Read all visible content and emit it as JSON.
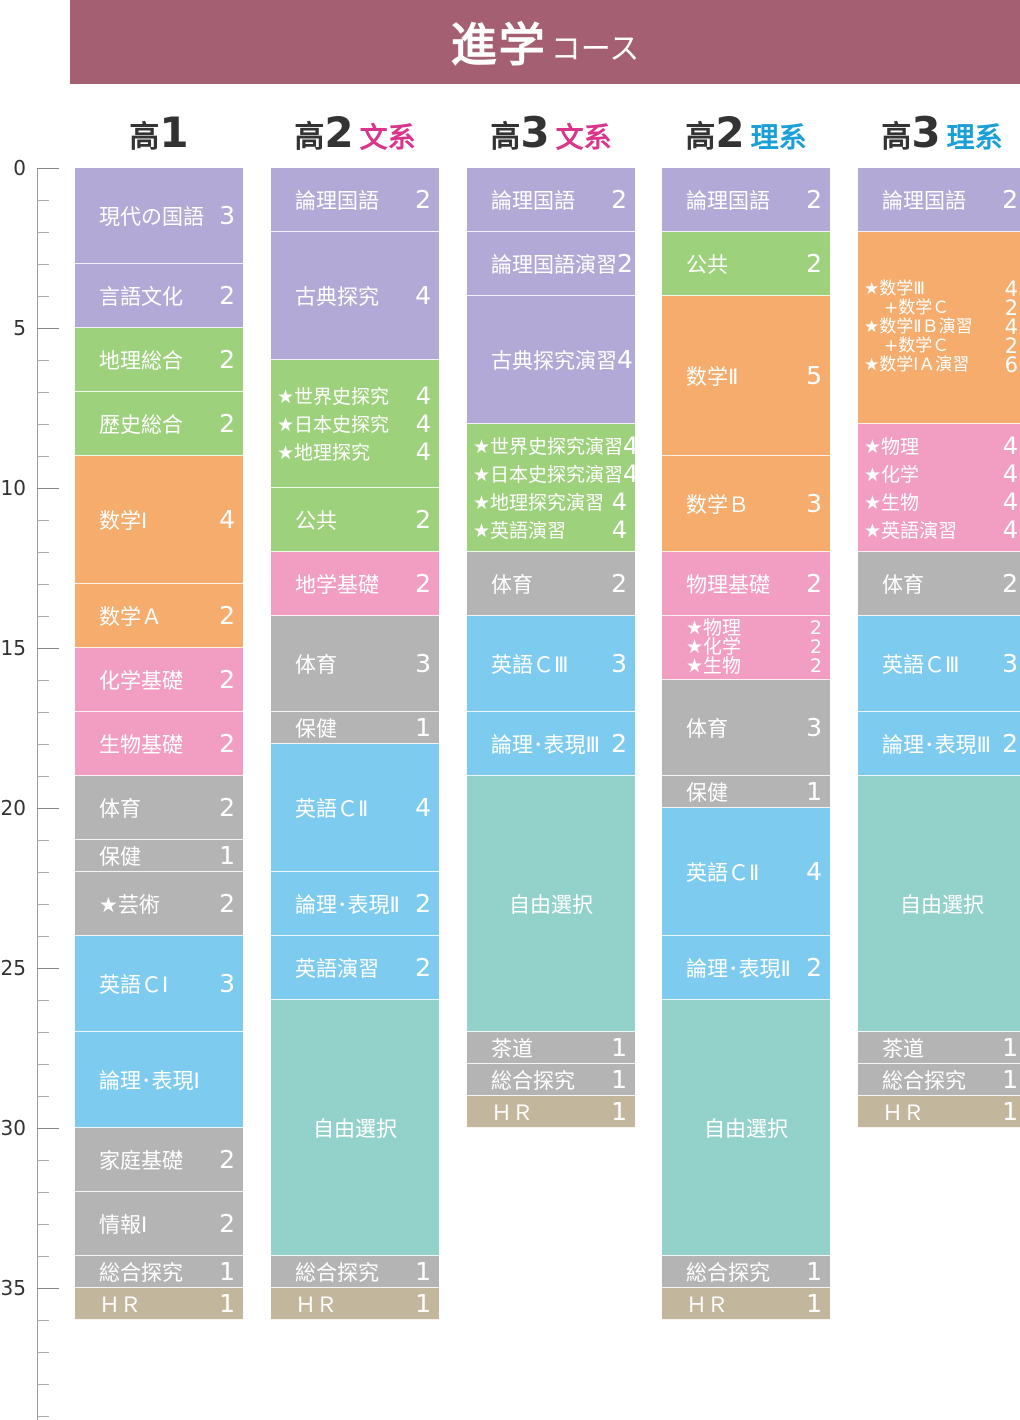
{
  "header": {
    "title_main": "進学",
    "title_sub": "コース"
  },
  "axis": {
    "labels": [
      "0",
      "5",
      "10",
      "15",
      "20",
      "25",
      "30",
      "35"
    ]
  },
  "colors": {
    "purple": "#b2a9d6",
    "green": "#9dd17c",
    "orange": "#f5ac6c",
    "pink": "#f29ec3",
    "gray": "#b4b4b4",
    "blue": "#7ecbf0",
    "teal": "#93d2ca",
    "tan": "#c2b79c",
    "banner": "#a55f72"
  },
  "columns": [
    {
      "grade_label": "高",
      "grade_num": "1",
      "track": "",
      "track_type": "",
      "blocks": [
        {
          "units": 3,
          "color": "purple",
          "lines": [
            {
              "name": "現代の国語",
              "credits": "3"
            }
          ]
        },
        {
          "units": 2,
          "color": "purple",
          "lines": [
            {
              "name": "言語文化",
              "credits": "2"
            }
          ]
        },
        {
          "units": 2,
          "color": "green",
          "lines": [
            {
              "name": "地理総合",
              "credits": "2"
            }
          ]
        },
        {
          "units": 2,
          "color": "green",
          "lines": [
            {
              "name": "歴史総合",
              "credits": "2"
            }
          ]
        },
        {
          "units": 4,
          "color": "orange",
          "lines": [
            {
              "name": "数学Ⅰ",
              "credits": "4"
            }
          ]
        },
        {
          "units": 2,
          "color": "orange",
          "lines": [
            {
              "name": "数学Ａ",
              "credits": "2"
            }
          ]
        },
        {
          "units": 2,
          "color": "pink",
          "lines": [
            {
              "name": "化学基礎",
              "credits": "2"
            }
          ]
        },
        {
          "units": 2,
          "color": "pink",
          "lines": [
            {
              "name": "生物基礎",
              "credits": "2"
            }
          ]
        },
        {
          "units": 2,
          "color": "gray",
          "lines": [
            {
              "name": "体育",
              "credits": "2"
            }
          ]
        },
        {
          "units": 1,
          "color": "gray",
          "lines": [
            {
              "name": "保健",
              "credits": "1"
            }
          ]
        },
        {
          "units": 2,
          "color": "gray",
          "lines": [
            {
              "name": "★芸術",
              "credits": "2"
            }
          ]
        },
        {
          "units": 3,
          "color": "blue",
          "lines": [
            {
              "name": "英語ＣⅠ",
              "credits": "3"
            }
          ]
        },
        {
          "units": 3,
          "color": "blue",
          "lines": [
            {
              "name": "論理･表現Ⅰ",
              "credits": ""
            }
          ]
        },
        {
          "units": 2,
          "color": "gray",
          "lines": [
            {
              "name": "家庭基礎",
              "credits": "2"
            }
          ]
        },
        {
          "units": 2,
          "color": "gray",
          "lines": [
            {
              "name": "情報Ⅰ",
              "credits": "2"
            }
          ]
        },
        {
          "units": 1,
          "color": "gray",
          "lines": [
            {
              "name": "総合探究",
              "credits": "1"
            }
          ]
        },
        {
          "units": 1,
          "color": "tan",
          "lines": [
            {
              "name": "ＨＲ",
              "credits": "1"
            }
          ]
        }
      ]
    },
    {
      "grade_label": "高",
      "grade_num": "2",
      "track": "文系",
      "track_type": "bun",
      "blocks": [
        {
          "units": 2,
          "color": "purple",
          "lines": [
            {
              "name": "論理国語",
              "credits": "2"
            }
          ]
        },
        {
          "units": 4,
          "color": "purple",
          "lines": [
            {
              "name": "古典探究",
              "credits": "4"
            }
          ]
        },
        {
          "units": 4,
          "color": "green",
          "lines": [
            {
              "name": "★世界史探究",
              "credits": "4"
            },
            {
              "name": "★日本史探究",
              "credits": "4"
            },
            {
              "name": "★地理探究",
              "credits": "4"
            }
          ]
        },
        {
          "units": 2,
          "color": "green",
          "lines": [
            {
              "name": "公共",
              "credits": "2"
            }
          ]
        },
        {
          "units": 2,
          "color": "pink",
          "lines": [
            {
              "name": "地学基礎",
              "credits": "2"
            }
          ]
        },
        {
          "units": 3,
          "color": "gray",
          "lines": [
            {
              "name": "体育",
              "credits": "3"
            }
          ]
        },
        {
          "units": 1,
          "color": "gray",
          "lines": [
            {
              "name": "保健",
              "credits": "1"
            }
          ]
        },
        {
          "units": 4,
          "color": "blue",
          "lines": [
            {
              "name": "英語ＣⅡ",
              "credits": "4"
            }
          ]
        },
        {
          "units": 2,
          "color": "blue",
          "lines": [
            {
              "name": "論理･表現Ⅱ",
              "credits": "2"
            }
          ]
        },
        {
          "units": 2,
          "color": "blue",
          "lines": [
            {
              "name": "英語演習",
              "credits": "2"
            }
          ]
        },
        {
          "units": 8,
          "color": "teal",
          "center": true,
          "lines": [
            {
              "name": "自由選択",
              "credits": ""
            }
          ]
        },
        {
          "units": 1,
          "color": "gray",
          "lines": [
            {
              "name": "総合探究",
              "credits": "1"
            }
          ]
        },
        {
          "units": 1,
          "color": "tan",
          "lines": [
            {
              "name": "ＨＲ",
              "credits": "1"
            }
          ]
        }
      ]
    },
    {
      "grade_label": "高",
      "grade_num": "3",
      "track": "文系",
      "track_type": "bun",
      "blocks": [
        {
          "units": 2,
          "color": "purple",
          "lines": [
            {
              "name": "論理国語",
              "credits": "2"
            }
          ]
        },
        {
          "units": 2,
          "color": "purple",
          "lines": [
            {
              "name": "論理国語演習",
              "credits": "2"
            }
          ]
        },
        {
          "units": 4,
          "color": "purple",
          "lines": [
            {
              "name": "古典探究演習",
              "credits": "4"
            }
          ]
        },
        {
          "units": 4,
          "color": "green",
          "dense": true,
          "lines": [
            {
              "name": "★世界史探究演習",
              "credits": "4"
            },
            {
              "name": "★日本史探究演習",
              "credits": "4"
            },
            {
              "name": "★地理探究演習",
              "credits": "4"
            },
            {
              "name": "★英語演習",
              "credits": "4"
            }
          ]
        },
        {
          "units": 2,
          "color": "gray",
          "lines": [
            {
              "name": "体育",
              "credits": "2"
            }
          ]
        },
        {
          "units": 3,
          "color": "blue",
          "lines": [
            {
              "name": "英語ＣⅢ",
              "credits": "3"
            }
          ]
        },
        {
          "units": 2,
          "color": "blue",
          "lines": [
            {
              "name": "論理･表現Ⅲ",
              "credits": "2"
            }
          ]
        },
        {
          "units": 8,
          "color": "teal",
          "center": true,
          "lines": [
            {
              "name": "自由選択",
              "credits": ""
            }
          ]
        },
        {
          "units": 1,
          "color": "gray",
          "lines": [
            {
              "name": "茶道",
              "credits": "1"
            }
          ]
        },
        {
          "units": 1,
          "color": "gray",
          "lines": [
            {
              "name": "総合探究",
              "credits": "1"
            }
          ]
        },
        {
          "units": 1,
          "color": "tan",
          "lines": [
            {
              "name": "ＨＲ",
              "credits": "1"
            }
          ]
        }
      ]
    },
    {
      "grade_label": "高",
      "grade_num": "2",
      "track": "理系",
      "track_type": "ri",
      "blocks": [
        {
          "units": 2,
          "color": "purple",
          "lines": [
            {
              "name": "論理国語",
              "credits": "2"
            }
          ]
        },
        {
          "units": 2,
          "color": "green",
          "lines": [
            {
              "name": "公共",
              "credits": "2"
            }
          ]
        },
        {
          "units": 5,
          "color": "orange",
          "lines": [
            {
              "name": "数学Ⅱ",
              "credits": "5"
            }
          ]
        },
        {
          "units": 3,
          "color": "orange",
          "lines": [
            {
              "name": "数学Ｂ",
              "credits": "3"
            }
          ]
        },
        {
          "units": 2,
          "color": "pink",
          "lines": [
            {
              "name": "物理基礎",
              "credits": "2"
            }
          ]
        },
        {
          "units": 2,
          "color": "pink",
          "small": true,
          "lines": [
            {
              "name": "★物理",
              "credits": "2"
            },
            {
              "name": "★化学",
              "credits": "2"
            },
            {
              "name": "★生物",
              "credits": "2"
            }
          ]
        },
        {
          "units": 3,
          "color": "gray",
          "lines": [
            {
              "name": "体育",
              "credits": "3"
            }
          ]
        },
        {
          "units": 1,
          "color": "gray",
          "lines": [
            {
              "name": "保健",
              "credits": "1"
            }
          ]
        },
        {
          "units": 4,
          "color": "blue",
          "lines": [
            {
              "name": "英語ＣⅡ",
              "credits": "4"
            }
          ]
        },
        {
          "units": 2,
          "color": "blue",
          "lines": [
            {
              "name": "論理･表現Ⅱ",
              "credits": "2"
            }
          ]
        },
        {
          "units": 8,
          "color": "teal",
          "center": true,
          "lines": [
            {
              "name": "自由選択",
              "credits": ""
            }
          ]
        },
        {
          "units": 1,
          "color": "gray",
          "lines": [
            {
              "name": "総合探究",
              "credits": "1"
            }
          ]
        },
        {
          "units": 1,
          "color": "tan",
          "lines": [
            {
              "name": "ＨＲ",
              "credits": "1"
            }
          ]
        }
      ]
    },
    {
      "grade_label": "高",
      "grade_num": "3",
      "track": "理系",
      "track_type": "ri",
      "blocks": [
        {
          "units": 2,
          "color": "purple",
          "lines": [
            {
              "name": "論理国語",
              "credits": "2"
            }
          ]
        },
        {
          "units": 6,
          "color": "orange",
          "tiny": true,
          "lines": [
            {
              "name": "★数学Ⅲ",
              "credits": "4"
            },
            {
              "name": "+数学Ｃ",
              "credits": "2",
              "indent": true
            },
            {
              "name": "★数学ⅡＢ演習",
              "credits": "4"
            },
            {
              "name": "+数学Ｃ",
              "credits": "2",
              "indent": true
            },
            {
              "name": "★数学ⅠＡ演習",
              "credits": "6"
            }
          ]
        },
        {
          "units": 4,
          "color": "pink",
          "lines": [
            {
              "name": "★物理",
              "credits": "4"
            },
            {
              "name": "★化学",
              "credits": "4"
            },
            {
              "name": "★生物",
              "credits": "4"
            },
            {
              "name": "★英語演習",
              "credits": "4"
            }
          ]
        },
        {
          "units": 2,
          "color": "gray",
          "lines": [
            {
              "name": "体育",
              "credits": "2"
            }
          ]
        },
        {
          "units": 3,
          "color": "blue",
          "lines": [
            {
              "name": "英語ＣⅢ",
              "credits": "3"
            }
          ]
        },
        {
          "units": 2,
          "color": "blue",
          "lines": [
            {
              "name": "論理･表現Ⅲ",
              "credits": "2"
            }
          ]
        },
        {
          "units": 8,
          "color": "teal",
          "center": true,
          "lines": [
            {
              "name": "自由選択",
              "credits": ""
            }
          ]
        },
        {
          "units": 1,
          "color": "gray",
          "lines": [
            {
              "name": "茶道",
              "credits": "1"
            }
          ]
        },
        {
          "units": 1,
          "color": "gray",
          "lines": [
            {
              "name": "総合探究",
              "credits": "1"
            }
          ]
        },
        {
          "units": 1,
          "color": "tan",
          "lines": [
            {
              "name": "ＨＲ",
              "credits": "1"
            }
          ]
        }
      ]
    }
  ]
}
